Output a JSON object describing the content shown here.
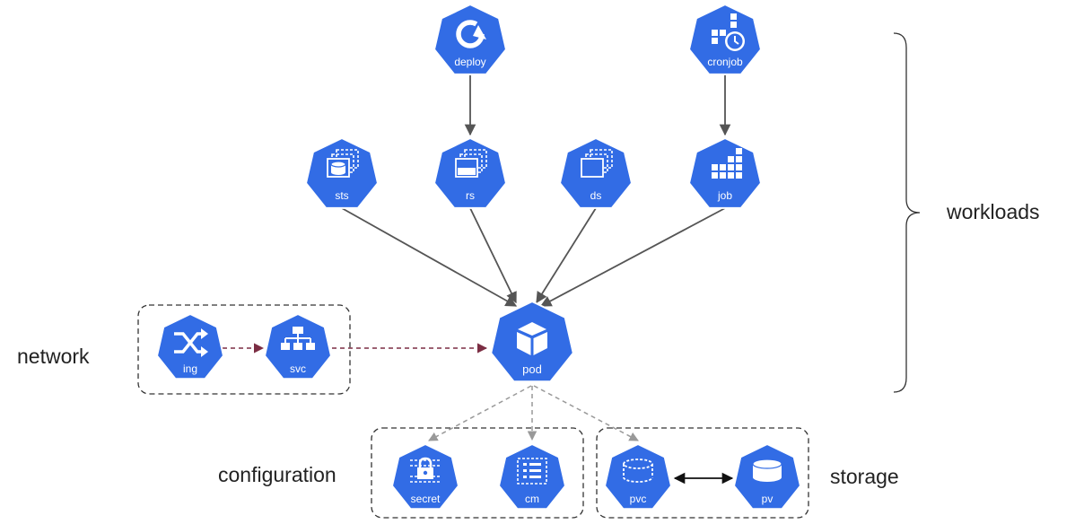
{
  "colors": {
    "node": "#326ce5",
    "node_stroke": "#ffffff",
    "glyph": "#ffffff",
    "solid_arrow": "#555555",
    "network_arrow": "#7b2d43",
    "dependency_arrow": "#999999",
    "group_border": "#333333",
    "text": "#222222"
  },
  "nodes": {
    "deploy": {
      "label": "deploy",
      "icon": "deploy-icon"
    },
    "cronjob": {
      "label": "cronjob",
      "icon": "cronjob-icon"
    },
    "sts": {
      "label": "sts",
      "icon": "statefulset-icon"
    },
    "rs": {
      "label": "rs",
      "icon": "replicaset-icon"
    },
    "ds": {
      "label": "ds",
      "icon": "daemonset-icon"
    },
    "job": {
      "label": "job",
      "icon": "job-icon"
    },
    "pod": {
      "label": "pod",
      "icon": "pod-icon"
    },
    "ing": {
      "label": "ing",
      "icon": "ingress-icon"
    },
    "svc": {
      "label": "svc",
      "icon": "service-icon"
    },
    "secret": {
      "label": "secret",
      "icon": "secret-icon"
    },
    "cm": {
      "label": "cm",
      "icon": "configmap-icon"
    },
    "pvc": {
      "label": "pvc",
      "icon": "pvc-icon"
    },
    "pv": {
      "label": "pv",
      "icon": "pv-icon"
    }
  },
  "groups": {
    "workloads": "workloads",
    "network": "network",
    "configuration": "configuration",
    "storage": "storage"
  }
}
